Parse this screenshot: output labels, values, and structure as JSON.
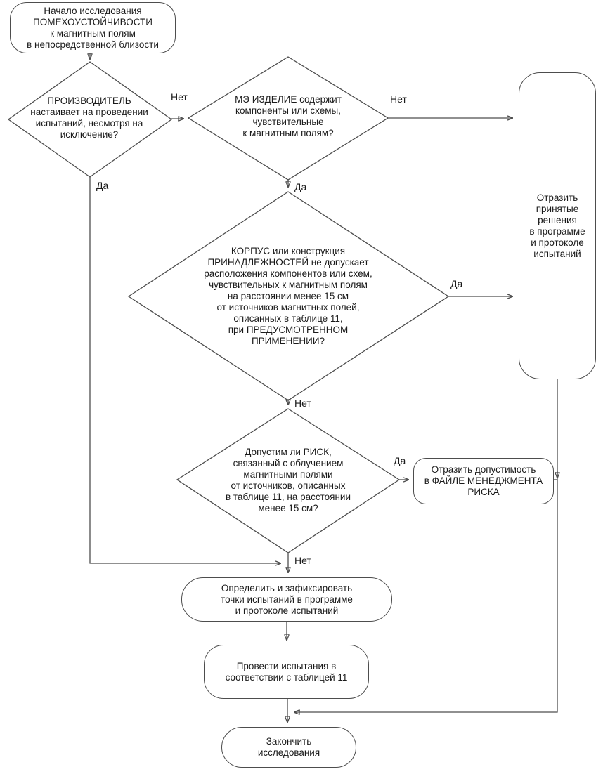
{
  "nodes": {
    "start": {
      "text": "Начало исследования\nПОМЕХОУСТОЙЧИВОСТИ\nк магнитным полям\nв непосредственной близости"
    },
    "manufacturer": {
      "text": "ПРОИЗВОДИТЕЛЬ\nнастаивает на проведении\nиспытаний, несмотря на\nисключение?"
    },
    "me_equipment": {
      "text": "МЭ ИЗДЕЛИЕ содержит\nкомпоненты или схемы,\nчувствительные\nк магнитным полям?"
    },
    "enclosure": {
      "text": "КОРПУС или конструкция\nПРИНАДЛЕЖНОСТЕЙ не допускает\nрасположения компонентов или схем,\nчувствительных к магнитным полям\nна расстоянии менее 15 см\nот источников магнитных полей,\nописанных в таблице 11,\nпри ПРЕДУСМОТРЕННОМ\nПРИМЕНЕНИИ?"
    },
    "risk": {
      "text": "Допустим ли РИСК,\nсвязанный с облучением\nмагнитными полями\nот источников, описанных\nв таблице 11, на расстоянии\nменее 15 см?"
    },
    "record_decisions": {
      "text": "Отразить\nпринятые\nрешения\nв программе\nи протоколе\nиспытаний"
    },
    "risk_file": {
      "text": "Отразить допустимость\nв ФАЙЛЕ МЕНЕДЖМЕНТА\nРИСКА"
    },
    "define_points": {
      "text": "Определить и зафиксировать\nточки испытаний в программе\nи протоколе испытаний"
    },
    "perform_tests": {
      "text": "Провести испытания в\nсоответствии с таблицей 11"
    },
    "end": {
      "text": "Закончить\nисследования"
    }
  },
  "labels": {
    "manufacturer_no": "Нет",
    "manufacturer_yes": "Да",
    "me_equipment_yes": "Да",
    "me_equipment_no": "Нет",
    "enclosure_yes": "Да",
    "enclosure_no": "Нет",
    "risk_yes": "Да",
    "risk_no": "Нет"
  },
  "colors": {
    "line": "#4d4d4d",
    "text": "#1a1a1a",
    "background": "#ffffff"
  }
}
